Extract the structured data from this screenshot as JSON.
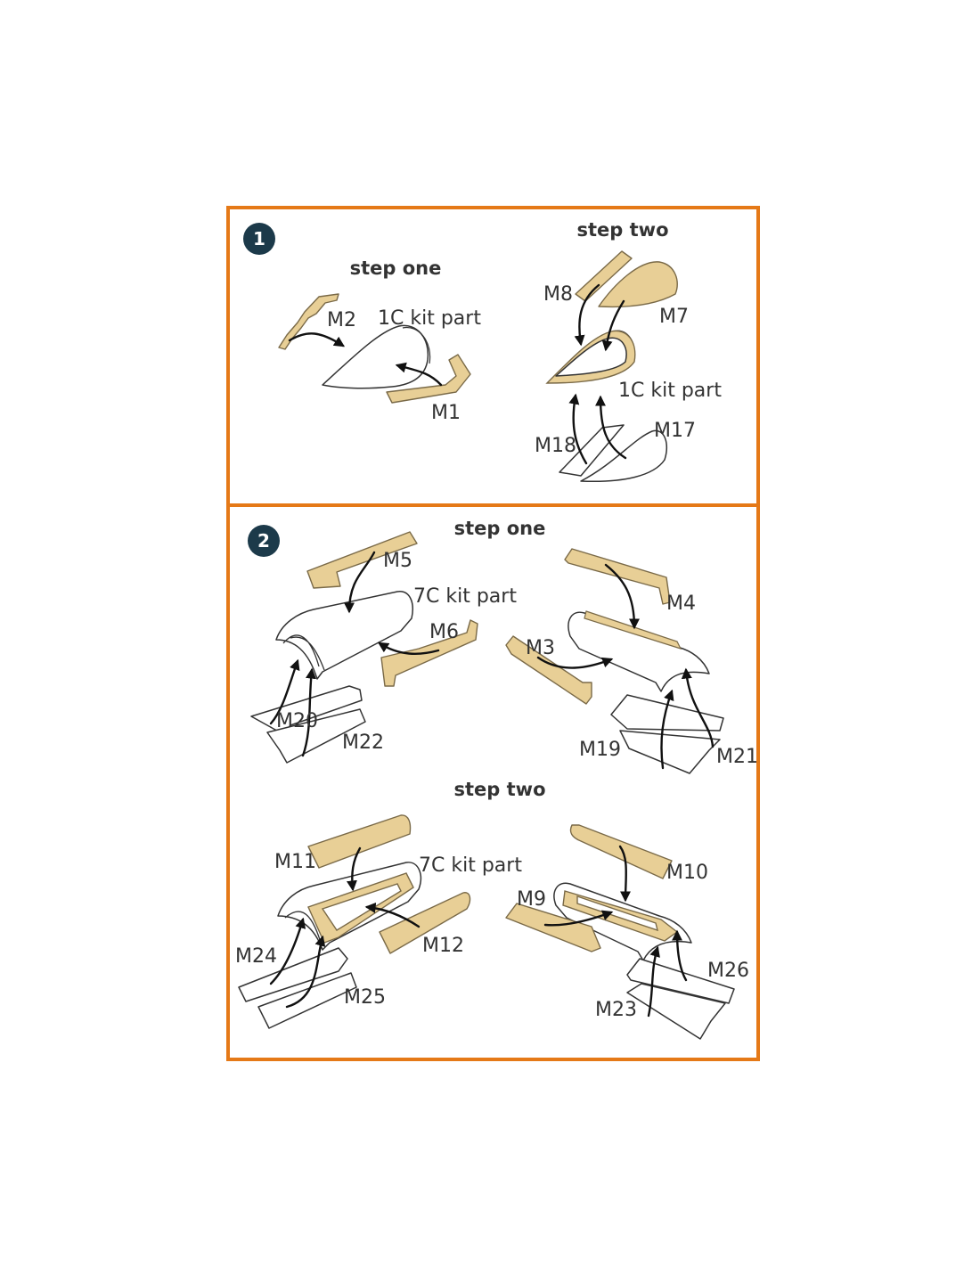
{
  "colors": {
    "frame": "#e57917",
    "mask": "#e8cf96",
    "badge": "#1c3a4a"
  },
  "panel1": {
    "number": "1",
    "step_one": {
      "title": "step one",
      "labels": [
        "M2",
        "1C kit part",
        "M1"
      ]
    },
    "step_two": {
      "title": "step two",
      "labels": [
        "M8",
        "M7",
        "1C kit part",
        "M18",
        "M17"
      ]
    }
  },
  "panel2": {
    "number": "2",
    "step_one": {
      "title": "step one",
      "labels": [
        "M5",
        "7C kit part",
        "M6",
        "M20",
        "M22",
        "M4",
        "M3",
        "M19",
        "M21"
      ]
    },
    "step_two": {
      "title": "step two",
      "labels": [
        "M11",
        "7C kit part",
        "M12",
        "M24",
        "M25",
        "M10",
        "M9",
        "M26",
        "M23"
      ]
    }
  }
}
